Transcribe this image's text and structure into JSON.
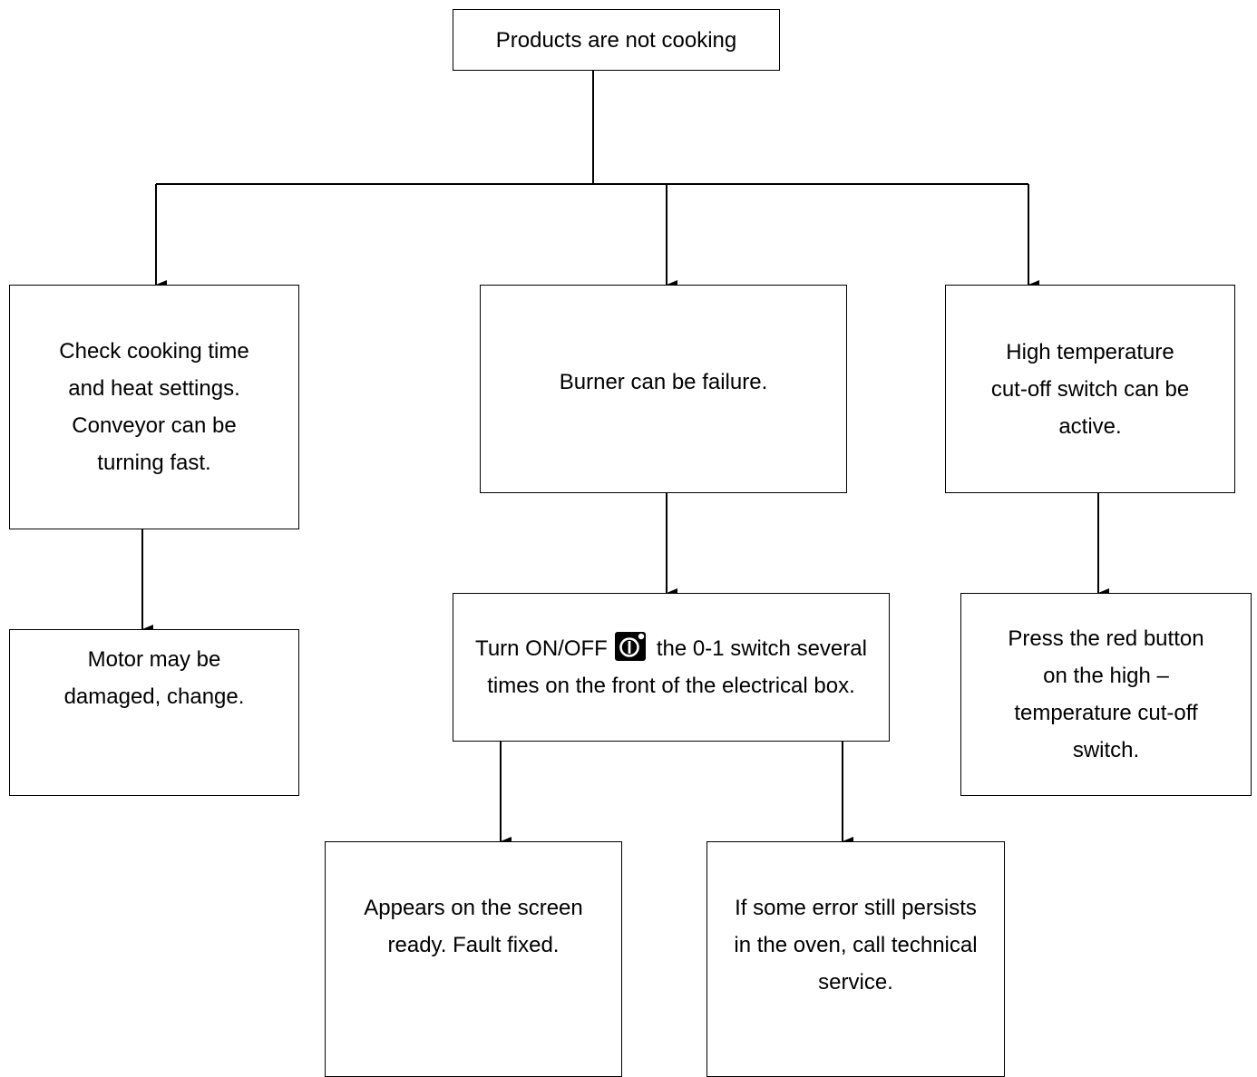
{
  "root": {
    "label": "Products are not cooking"
  },
  "branches": {
    "left": {
      "label": "Check cooking time and heat settings. Conveyor can be turning fast."
    },
    "middle": {
      "label": "Burner can be failure."
    },
    "right": {
      "label": "High temperature cut-off switch can be active."
    }
  },
  "actions": {
    "left": {
      "label": "Motor may be damaged, change."
    },
    "middle": {
      "label_before_icon": "Turn ON/OFF",
      "label_after_icon": "the 0-1 switch several times on the front of the electrical box.",
      "icon": "power-switch-icon"
    },
    "right": {
      "label": "Press the red button on the high – temperature cut-off switch."
    }
  },
  "outcomes": {
    "fixed": {
      "label": "Appears on the screen ready. Fault fixed."
    },
    "persists": {
      "label": "If some error still persists in the oven, call technical service."
    }
  }
}
